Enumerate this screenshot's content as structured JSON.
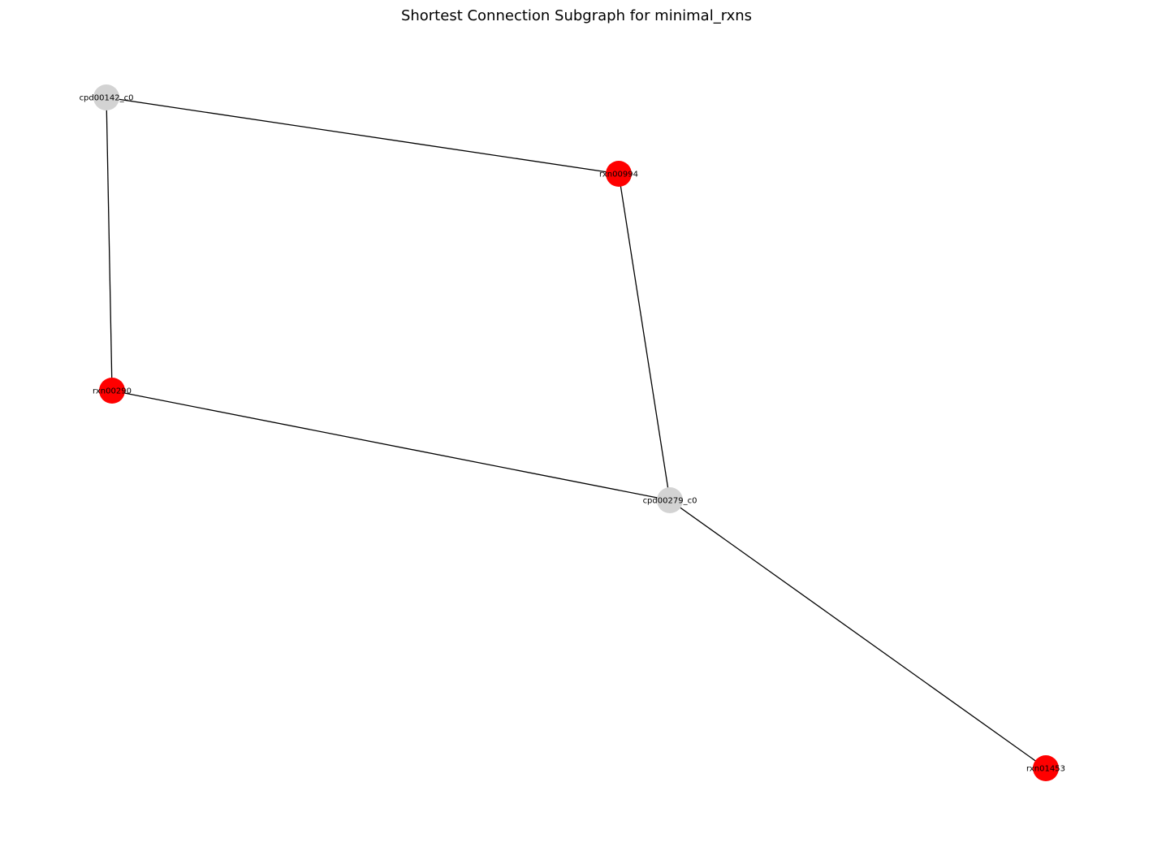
{
  "title": "Shortest Connection Subgraph for minimal_rxns",
  "colors": {
    "reaction_node": "#ff0000",
    "compound_node": "#d3d3d3",
    "edge": "#000000",
    "background": "#ffffff"
  },
  "nodes": [
    {
      "id": "cpd00142_c0",
      "label": "cpd00142_c0",
      "kind": "compound"
    },
    {
      "id": "rxn00994",
      "label": "rxn00994",
      "kind": "reaction"
    },
    {
      "id": "rxn00290",
      "label": "rxn00290",
      "kind": "reaction"
    },
    {
      "id": "cpd00279_c0",
      "label": "cpd00279_c0",
      "kind": "compound"
    },
    {
      "id": "rxn01453",
      "label": "rxn01453",
      "kind": "reaction"
    }
  ],
  "edges": [
    {
      "source": "cpd00142_c0",
      "target": "rxn00994"
    },
    {
      "source": "cpd00142_c0",
      "target": "rxn00290"
    },
    {
      "source": "rxn00994",
      "target": "cpd00279_c0"
    },
    {
      "source": "rxn00290",
      "target": "cpd00279_c0"
    },
    {
      "source": "cpd00279_c0",
      "target": "rxn01453"
    }
  ]
}
